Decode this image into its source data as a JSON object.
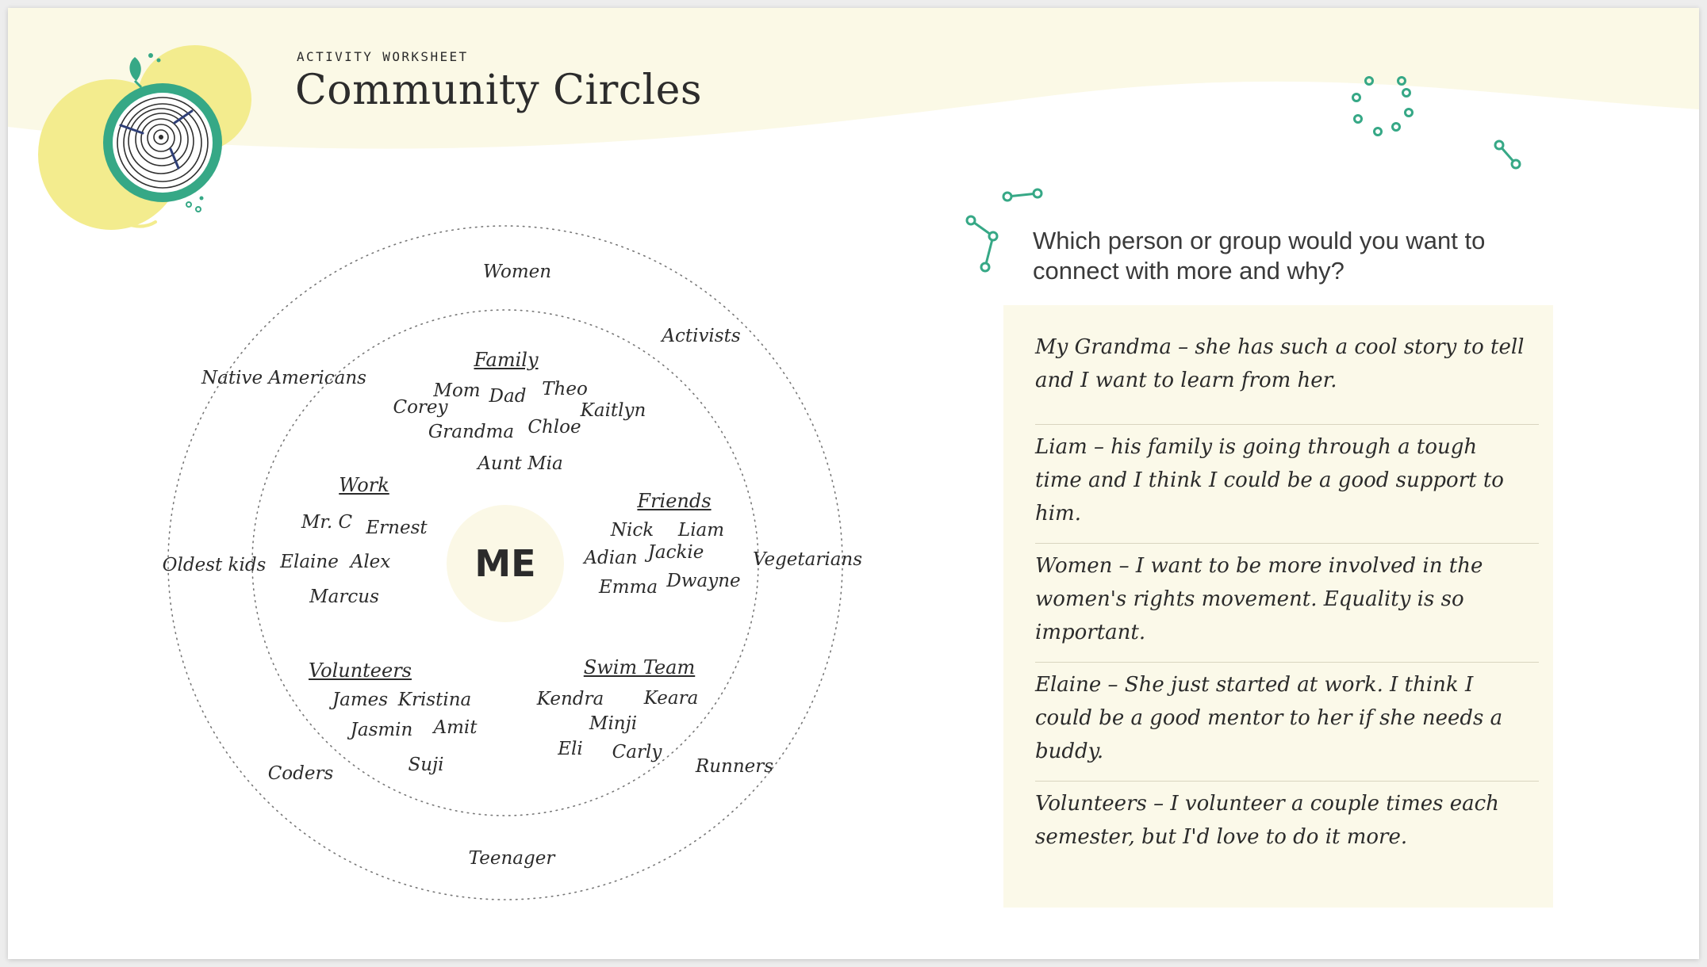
{
  "header": {
    "eyebrow": "ACTIVITY WORKSHEET",
    "title": "Community Circles"
  },
  "colors": {
    "accent": "#36a886",
    "yellow": "#f3ec8e",
    "header_band": "#fbf9e6",
    "panel": "#fbf9e9"
  },
  "circles": {
    "center": "ME",
    "groups": {
      "family": {
        "label": "Family",
        "members": [
          "Mom",
          "Dad",
          "Theo",
          "Corey",
          "Kaitlyn",
          "Grandma",
          "Chloe",
          "Aunt Mia"
        ]
      },
      "work": {
        "label": "Work",
        "members": [
          "Mr. C",
          "Ernest",
          "Elaine",
          "Alex",
          "Marcus"
        ]
      },
      "friends": {
        "label": "Friends",
        "members": [
          "Nick",
          "Liam",
          "Adian",
          "Jackie",
          "Emma",
          "Dwayne"
        ]
      },
      "volunteers": {
        "label": "Volunteers",
        "members": [
          "James",
          "Kristina",
          "Jasmin",
          "Amit",
          "Suji"
        ]
      },
      "swim_team": {
        "label": "Swim Team",
        "members": [
          "Kendra",
          "Keara",
          "Minji",
          "Eli",
          "Carly"
        ]
      }
    },
    "outer": [
      "Women",
      "Activists",
      "Native Americans",
      "Oldest kids",
      "Vegetarians",
      "Coders",
      "Runners",
      "Teenager"
    ]
  },
  "question": "Which person or group would you want to connect with more and why?",
  "answers": [
    "My Grandma – she has such a cool story to tell and I want to learn from her.",
    "Liam – his family is going through a tough time and I think I could be a good support to him.",
    "Women – I want to be more involved in the women's rights movement. Equality is so important.",
    "Elaine – She just started at work. I think I could be a good mentor to her if she needs a buddy.",
    "Volunteers – I volunteer a couple times each semester, but I'd love to do it more."
  ]
}
